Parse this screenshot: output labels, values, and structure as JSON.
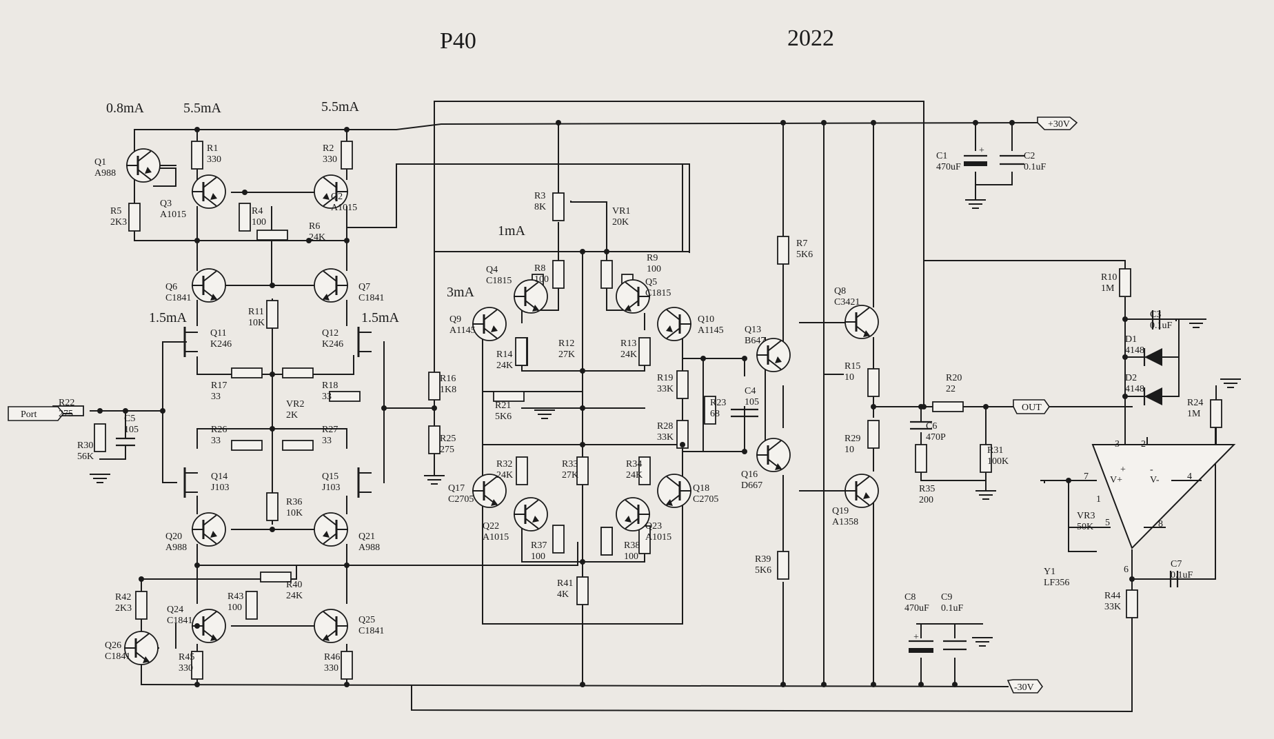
{
  "title": {
    "left": "P40",
    "right": "2022"
  },
  "currents": [
    "0.8mA",
    "5.5mA",
    "5.5mA",
    "1.5mA",
    "1.5mA",
    "1mA",
    "3mA"
  ],
  "rails": {
    "pos": "+30V",
    "neg": "-30V",
    "out": "OUT",
    "in": "Port"
  },
  "components": [
    {
      "ref": "Q1",
      "val": "A988"
    },
    {
      "ref": "R1",
      "val": "330"
    },
    {
      "ref": "R2",
      "val": "330"
    },
    {
      "ref": "Q2",
      "val": "A1015"
    },
    {
      "ref": "Q3",
      "val": "A1015"
    },
    {
      "ref": "R5",
      "val": "2K3"
    },
    {
      "ref": "R4",
      "val": "100"
    },
    {
      "ref": "R6",
      "val": "24K"
    },
    {
      "ref": "Q6",
      "val": "C1841"
    },
    {
      "ref": "Q7",
      "val": "C1841"
    },
    {
      "ref": "R11",
      "val": "10K"
    },
    {
      "ref": "Q11",
      "val": "K246"
    },
    {
      "ref": "Q12",
      "val": "K246"
    },
    {
      "ref": "R17",
      "val": "33"
    },
    {
      "ref": "R18",
      "val": "33"
    },
    {
      "ref": "VR2",
      "val": "2K"
    },
    {
      "ref": "R22",
      "val": "275"
    },
    {
      "ref": "C5",
      "val": "105"
    },
    {
      "ref": "R30",
      "val": "56K"
    },
    {
      "ref": "R26",
      "val": "33"
    },
    {
      "ref": "R27",
      "val": "33"
    },
    {
      "ref": "Q14",
      "val": "J103"
    },
    {
      "ref": "Q15",
      "val": "J103"
    },
    {
      "ref": "R36",
      "val": "10K"
    },
    {
      "ref": "Q20",
      "val": "A988"
    },
    {
      "ref": "Q21",
      "val": "A988"
    },
    {
      "ref": "R40",
      "val": "24K"
    },
    {
      "ref": "R42",
      "val": "2K3"
    },
    {
      "ref": "Q24",
      "val": "C1841"
    },
    {
      "ref": "R43",
      "val": "100"
    },
    {
      "ref": "Q25",
      "val": "C1841"
    },
    {
      "ref": "Q26",
      "val": "C1841"
    },
    {
      "ref": "R45",
      "val": "330"
    },
    {
      "ref": "R46",
      "val": "330"
    },
    {
      "ref": "R3",
      "val": "8K"
    },
    {
      "ref": "VR1",
      "val": "20K"
    },
    {
      "ref": "R8",
      "val": "100"
    },
    {
      "ref": "R9",
      "val": "100"
    },
    {
      "ref": "Q4",
      "val": "C1815"
    },
    {
      "ref": "Q5",
      "val": "C1815"
    },
    {
      "ref": "Q9",
      "val": "A1145"
    },
    {
      "ref": "Q10",
      "val": "A1145"
    },
    {
      "ref": "R12",
      "val": "27K"
    },
    {
      "ref": "R13",
      "val": "24K"
    },
    {
      "ref": "R14",
      "val": "24K"
    },
    {
      "ref": "R16",
      "val": "1K8"
    },
    {
      "ref": "R21",
      "val": "5K6"
    },
    {
      "ref": "R25",
      "val": "275"
    },
    {
      "ref": "R19",
      "val": "33K"
    },
    {
      "ref": "R28",
      "val": "33K"
    },
    {
      "ref": "R23",
      "val": "68"
    },
    {
      "ref": "C4",
      "val": "105"
    },
    {
      "ref": "R32",
      "val": "24K"
    },
    {
      "ref": "R33",
      "val": "27K"
    },
    {
      "ref": "R34",
      "val": "24K"
    },
    {
      "ref": "Q17",
      "val": "C2705"
    },
    {
      "ref": "Q18",
      "val": "C2705"
    },
    {
      "ref": "Q22",
      "val": "A1015"
    },
    {
      "ref": "Q23",
      "val": "A1015"
    },
    {
      "ref": "R37",
      "val": "100"
    },
    {
      "ref": "R38",
      "val": "100"
    },
    {
      "ref": "R41",
      "val": "4K"
    },
    {
      "ref": "R7",
      "val": "5K6"
    },
    {
      "ref": "Q8",
      "val": "C3421"
    },
    {
      "ref": "Q13",
      "val": "B647"
    },
    {
      "ref": "R15",
      "val": "10"
    },
    {
      "ref": "R29",
      "val": "10"
    },
    {
      "ref": "Q16",
      "val": "D667"
    },
    {
      "ref": "Q19",
      "val": "A1358"
    },
    {
      "ref": "R39",
      "val": "5K6"
    },
    {
      "ref": "C1",
      "val": "470uF"
    },
    {
      "ref": "C2",
      "val": "0.1uF"
    },
    {
      "ref": "R20",
      "val": "22"
    },
    {
      "ref": "C6",
      "val": "470P"
    },
    {
      "ref": "R31",
      "val": "100K"
    },
    {
      "ref": "R35",
      "val": "200"
    },
    {
      "ref": "C8",
      "val": "470uF"
    },
    {
      "ref": "C9",
      "val": "0.1uF"
    },
    {
      "ref": "R10",
      "val": "1M"
    },
    {
      "ref": "C3",
      "val": "0.1uF"
    },
    {
      "ref": "D1",
      "val": "4148"
    },
    {
      "ref": "D2",
      "val": "4148"
    },
    {
      "ref": "R24",
      "val": "1M"
    },
    {
      "ref": "VR3",
      "val": "50K"
    },
    {
      "ref": "Y1",
      "val": "LF356"
    },
    {
      "ref": "C7",
      "val": "0.1uF"
    },
    {
      "ref": "R44",
      "val": "33K"
    }
  ],
  "opamp_pins": [
    "7",
    "1",
    "5",
    "8",
    "4",
    "3",
    "2",
    "6",
    "V+",
    "V-",
    "+",
    "-"
  ]
}
